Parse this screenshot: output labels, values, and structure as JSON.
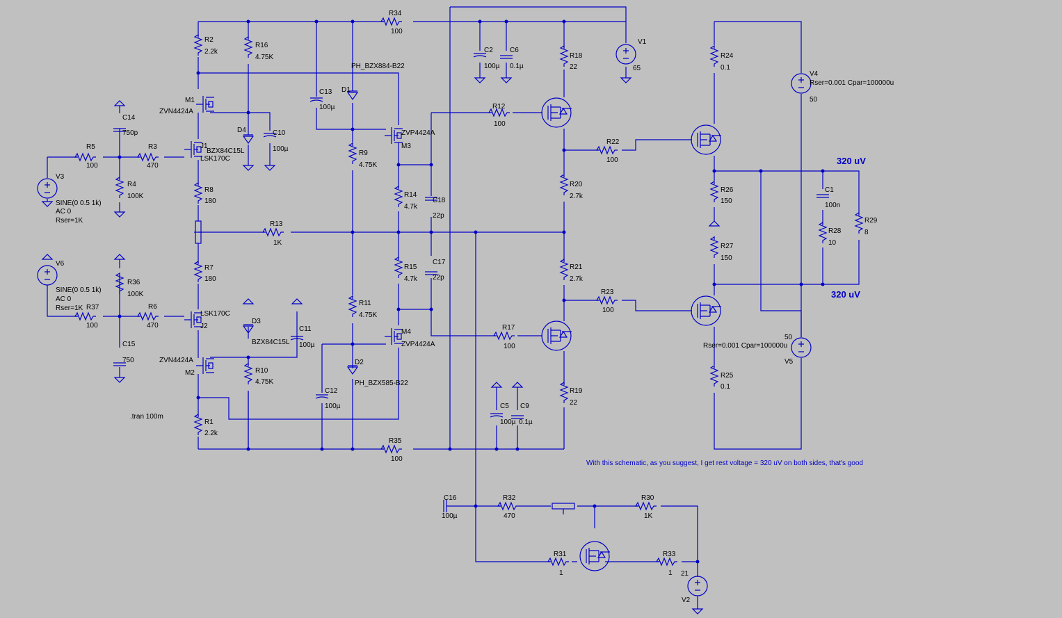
{
  "wire_color": "#0000c8",
  "background": "#c0c0c0",
  "components": {
    "R34": {
      "name": "R34",
      "value": "100"
    },
    "R35": {
      "name": "R35",
      "value": "100"
    },
    "R2": {
      "name": "R2",
      "value": "2.2k"
    },
    "R1": {
      "name": "R1",
      "value": "2.2k"
    },
    "R16": {
      "name": "R16",
      "value": "4.75K"
    },
    "R10": {
      "name": "R10",
      "value": "4.75K"
    },
    "R9": {
      "name": "R9",
      "value": "4.75K"
    },
    "R11": {
      "name": "R11",
      "value": "4.75K"
    },
    "R14": {
      "name": "R14",
      "value": "4.7k"
    },
    "R15": {
      "name": "R15",
      "value": "4.7k"
    },
    "R8": {
      "name": "R8",
      "value": "180"
    },
    "R7": {
      "name": "R7",
      "value": "180"
    },
    "R5": {
      "name": "R5",
      "value": "100"
    },
    "R37": {
      "name": "R37",
      "value": "100"
    },
    "R3": {
      "name": "R3",
      "value": "470"
    },
    "R6": {
      "name": "R6",
      "value": "470"
    },
    "R4": {
      "name": "R4",
      "value": "100K"
    },
    "R36": {
      "name": "R36",
      "value": "100K"
    },
    "R13": {
      "name": "R13",
      "value": "1K"
    },
    "R12": {
      "name": "R12",
      "value": "100"
    },
    "R17": {
      "name": "R17",
      "value": "100"
    },
    "R18": {
      "name": "R18",
      "value": "22"
    },
    "R19": {
      "name": "R19",
      "value": "22"
    },
    "R20": {
      "name": "R20",
      "value": "2.7k"
    },
    "R21": {
      "name": "R21",
      "value": "2.7k"
    },
    "R22": {
      "name": "R22",
      "value": "100"
    },
    "R23": {
      "name": "R23",
      "value": "100"
    },
    "R24": {
      "name": "R24",
      "value": "0.1"
    },
    "R25": {
      "name": "R25",
      "value": "0.1"
    },
    "R26": {
      "name": "R26",
      "value": "150"
    },
    "R27": {
      "name": "R27",
      "value": "150"
    },
    "R28": {
      "name": "R28",
      "value": "10"
    },
    "R29": {
      "name": "R29",
      "value": "8"
    },
    "R32": {
      "name": "R32",
      "value": "470"
    },
    "R30": {
      "name": "R30",
      "value": "1K"
    },
    "R31": {
      "name": "R31",
      "value": "1"
    },
    "R33": {
      "name": "R33",
      "value": "1"
    },
    "C14": {
      "name": "C14",
      "value": "750p"
    },
    "C15": {
      "name": "C15",
      "value": "750"
    },
    "C13": {
      "name": "C13",
      "value": "100µ"
    },
    "C12": {
      "name": "C12",
      "value": "100µ"
    },
    "C10": {
      "name": "C10",
      "value": "100µ"
    },
    "C11": {
      "name": "C11",
      "value": "100µ"
    },
    "C18": {
      "name": "C18",
      "value": "22p"
    },
    "C17": {
      "name": "C17",
      "value": "22p"
    },
    "C2": {
      "name": "C2",
      "value": "100µ"
    },
    "C6": {
      "name": "C6",
      "value": "0.1µ"
    },
    "C5": {
      "name": "C5",
      "value": "100µ"
    },
    "C9": {
      "name": "C9",
      "value": "0.1µ"
    },
    "C1": {
      "name": "C1",
      "value": "100n"
    },
    "C16": {
      "name": "C16",
      "value": "100µ"
    },
    "D1": {
      "name": "D1",
      "value": "PH_BZX884-B22"
    },
    "D2": {
      "name": "D2",
      "value": "PH_BZX585-B22"
    },
    "D3": {
      "name": "D3",
      "value": "BZX84C15L"
    },
    "D4": {
      "name": "D4",
      "value": "BZX84C15L"
    },
    "M1": {
      "name": "M1",
      "value": "ZVN4424A"
    },
    "M2": {
      "name": "M2",
      "value": "ZVN4424A"
    },
    "M3": {
      "name": "M3",
      "value": "ZVP4424A"
    },
    "M4": {
      "name": "M4",
      "value": "ZVP4424A"
    },
    "J1": {
      "name": "J1",
      "value": "LSK170C"
    },
    "J2": {
      "name": "J2",
      "value": "LSK170C"
    },
    "V1": {
      "name": "V1",
      "value": "65"
    },
    "V2": {
      "name": "V2",
      "value": "21"
    },
    "V3": {
      "name": "V3",
      "value": "SINE(0 0.5 1k)",
      "ac": "AC 0",
      "rser": "Rser=1K"
    },
    "V6": {
      "name": "V6",
      "value": "SINE(0 0.5 1k)",
      "ac": "AC 0",
      "rser": "Rser=1K"
    },
    "V4": {
      "name": "V4",
      "value": "50",
      "param": "Rser=0.001 Cpar=100000u"
    },
    "V5": {
      "name": "V5",
      "value": "50",
      "param": "Rser=0.001 Cpar=100000u"
    }
  },
  "directive": ".tran 100m",
  "annotations": {
    "top_voltage": "320 uV",
    "bottom_voltage": "320 uV",
    "comment": "With this schematic, as you suggest, I get rest voltage = 320 uV on both sides, that's good"
  }
}
